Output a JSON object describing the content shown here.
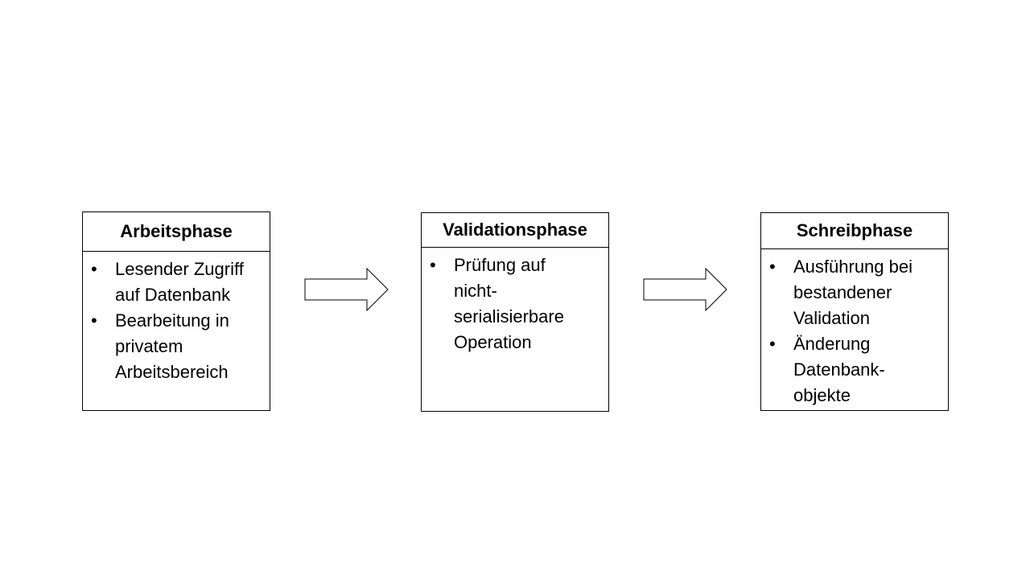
{
  "phases": [
    {
      "title": "Arbeitsphase",
      "items": [
        "Lesender Zugriff\nauf Datenbank",
        "Bearbeitung in\nprivatem\nArbeitsbereich"
      ]
    },
    {
      "title": "Validationsphase",
      "items": [
        "Prüfung auf\nnicht-\nserialisierbare\nOperation"
      ]
    },
    {
      "title": "Schreibphase",
      "items": [
        "Ausführung bei\nbestandener\nValidation",
        "Änderung\nDatenbank-\nobjekte"
      ]
    }
  ],
  "bullet": "•",
  "colors": {
    "stroke": "#000000",
    "fill": "#ffffff",
    "text": "#000000"
  }
}
